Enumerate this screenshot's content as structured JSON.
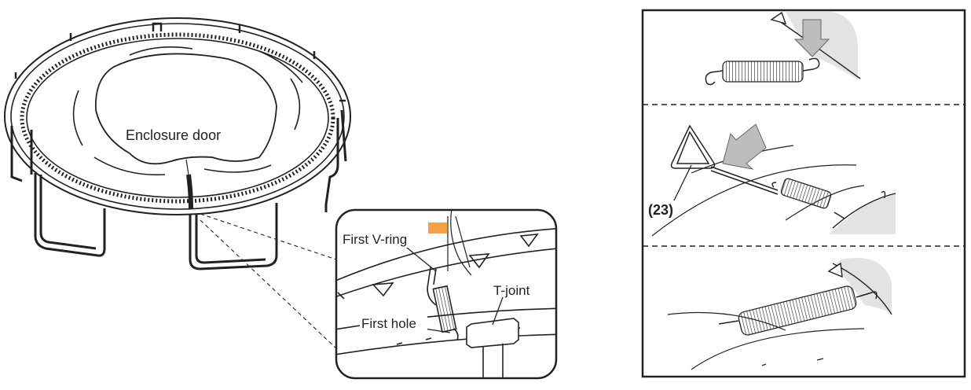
{
  "overview": {
    "label_enclosure_door": "Enclosure door"
  },
  "detail": {
    "label_first_v_ring": "First V-ring",
    "label_t_joint": "T-joint",
    "label_first_hole": "First hole",
    "tape_color": "#f5a04a"
  },
  "steps": {
    "tool_number": "(23)",
    "arrow_color": "#bdbdbd",
    "mat_color": "#e3e3e3"
  }
}
